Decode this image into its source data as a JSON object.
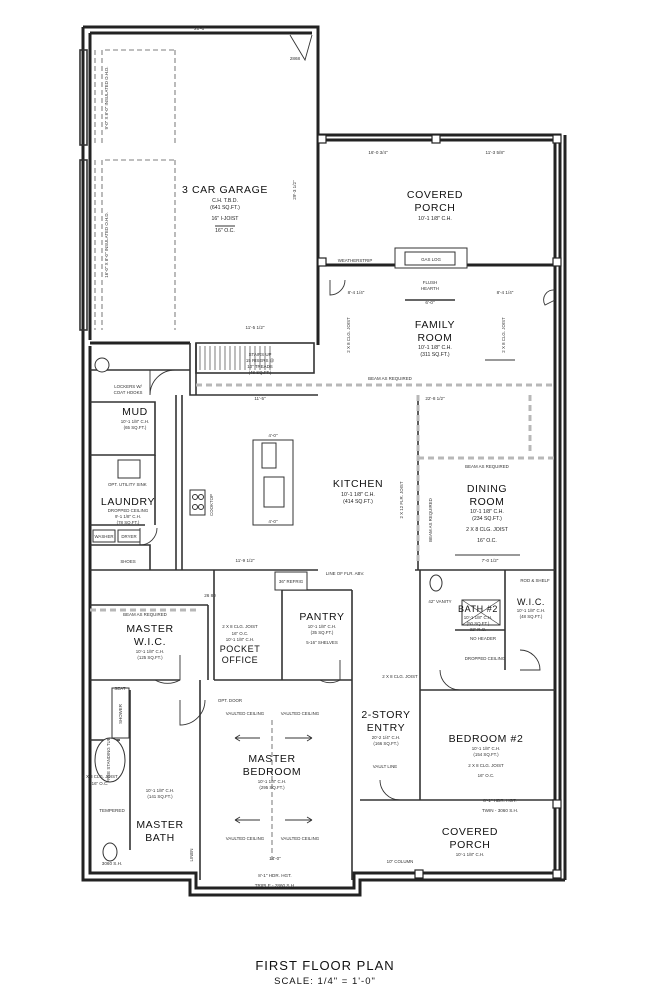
{
  "title": "FIRST FLOOR PLAN",
  "scale": "SCALE: 1/4\" = 1'-0\"",
  "rooms": {
    "garage": {
      "name": "3 CAR GARAGE",
      "lines": [
        "C.H. T.B.D.",
        "(641 SQ.FT.)",
        "16\" I-JOIST",
        "16\" O.C."
      ]
    },
    "covered_porch_top": {
      "name1": "COVERED",
      "name2": "PORCH",
      "lines": [
        "10'-1 1/8\" C.H."
      ]
    },
    "family": {
      "name1": "FAMILY",
      "name2": "ROOM",
      "lines": [
        "10'-1 1/8\" C.H.",
        "(311 SQ.FT.)"
      ]
    },
    "mud": {
      "name": "MUD",
      "lines": [
        "10'-1 1/8\" C.H.",
        "(65 SQ.FT.)"
      ]
    },
    "laundry": {
      "name": "LAUNDRY",
      "lines": [
        "DROPPED CEILING",
        "9'-1 1/8\" C.H.",
        "(78 SQ.FT.)"
      ]
    },
    "kitchen": {
      "name": "KITCHEN",
      "lines": [
        "10'-1 1/8\" C.H.",
        "(414 SQ.FT.)"
      ]
    },
    "dining": {
      "name1": "DINING",
      "name2": "ROOM",
      "lines": [
        "10'-1 1/8\" C.H.",
        "(234 SQ.FT.)",
        "2 X 8 CLG. JOIST",
        "16\" O.C."
      ]
    },
    "pantry": {
      "name": "PANTRY",
      "lines": [
        "10'-1 1/8\" C.H.",
        "(35 SQ.FT.)",
        "5-16\" SHELVES"
      ]
    },
    "master_wic": {
      "name1": "MASTER",
      "name2": "W.I.C.",
      "lines": [
        "10'-1 1/8\" C.H.",
        "(125 SQ.FT.)"
      ]
    },
    "pocket_office": {
      "name1": "POCKET",
      "name2": "OFFICE",
      "lines": [
        "2 X 8 CLG. JOIST",
        "16\" O.C.",
        "10'-1 1/8\" C.H."
      ]
    },
    "bath2": {
      "name": "BATH #2",
      "lines": [
        "10'-1 1/8\" C.H.",
        "(50 SQ.FT.)",
        "32\" R.O."
      ]
    },
    "wic": {
      "name": "W.I.C.",
      "lines": [
        "10'-1 1/8\" C.H.",
        "(48 SQ.FT.)"
      ]
    },
    "entry": {
      "name1": "2-STORY",
      "name2": "ENTRY",
      "lines": [
        "20'-2 1/4\" C.H.",
        "(166 SQ.FT.)"
      ]
    },
    "bedroom2": {
      "name": "BEDROOM #2",
      "lines": [
        "10'-1 1/8\" C.H.",
        "(154 SQ.FT.)",
        "2 X 8 CLG. JOIST",
        "16\" O.C."
      ]
    },
    "master_bedroom": {
      "name1": "MASTER",
      "name2": "BEDROOM",
      "lines": [
        "10'-1 1/8\" C.H.",
        "(295 SQ.FT.)"
      ]
    },
    "master_bath": {
      "name1": "MASTER",
      "name2": "BATH",
      "lines": [
        "10'-1 1/8\" C.H.",
        "(141 SQ.FT.)"
      ]
    },
    "covered_porch_bottom": {
      "name1": "COVERED",
      "name2": "PORCH",
      "lines": [
        "10'-1 1/8\" C.H."
      ]
    }
  },
  "notes": {
    "beam1": "BEAM AS REQUIRED",
    "beam2": "BEAM AS REQUIRED",
    "beam3": "BEAM AS REQUIRED",
    "beam_v": "BEAM AS REQUIRED",
    "stairs": [
      "STAIRS UP",
      "15 RISERS @",
      "10\" TREADS",
      "(48 SQ.FT.)"
    ],
    "flush_hearth": [
      "FLUSH",
      "HEARTH"
    ],
    "gas_log": "GAS LOG",
    "weatherstrip": "WEATHERSTRIP",
    "lockers1": "LOCKERS W/",
    "lockers2": "COAT HOOKS",
    "opt_utility": "OPT. UTILITY SINK",
    "washer": "WASHER",
    "dryer": "DRYER",
    "shoes": "SHOES",
    "rod_shelf": "ROD & SHELF",
    "line_flr": "LINE OF FLR. ABV.",
    "refrig": "36\" REFRIG",
    "cooktop": "COOKTOP",
    "vanity": "42\" VANITY",
    "no_header": "NO HEADER",
    "dropped_ceiling": "DROPPED CEILING",
    "vault_line": "VAULT LINE",
    "vaulted_ceiling": "VAULTED CEILING",
    "opt_door": "OPT. DOOR",
    "free_standing_tub": "FREE STANDING TUB",
    "seat": "SEAT",
    "shower": "SHOWER",
    "linen": "LINEN",
    "column": "10\" COLUMN",
    "joist_2x8": "2 X 8 CLG. JOIST",
    "joist_oc": "16\" O.C.",
    "joist_2x12": "2 X 12 FLR. JOIST",
    "garage_door_1": "16'-0\" X 8'-0\" INSULATED O.H.D.",
    "garage_door_2": "9'-0\" X 8'-0\" INSULATED O.H.D."
  },
  "dims": {
    "garage_width": "20'-8\"",
    "garage_depth": "29'-3 1/2\"",
    "porch_left": "16'-0 3/4\"",
    "porch_right": "11'-3 5/8\"",
    "fam_left": "8'-4 1/4\"",
    "fam_mid": "6'-0\"",
    "fam_right": "8'-4 1/4\"",
    "stairs_w": "11'-5 1/2\"",
    "kitchen_w": "11'-5\"",
    "island": "4'-0\"",
    "dining_w": "22'-8 1/2\"",
    "k_bottom": "11'-9 1/2\"",
    "d_bottom": "7'-0 1/2\"",
    "mb_bottom": "14'-0\"",
    "hdr1": "8'-1\" HDR. HGT.",
    "hdr2": "8'-1\" HDR. HGT.",
    "triple": "TRIPLE - 2860 S.H.",
    "twin": "TWIN - 3060 S.H.",
    "door_2868": "2868",
    "door_2680": "26 80",
    "sh_3060": "3060 S.H.",
    "tempered": "TEMPERED"
  }
}
